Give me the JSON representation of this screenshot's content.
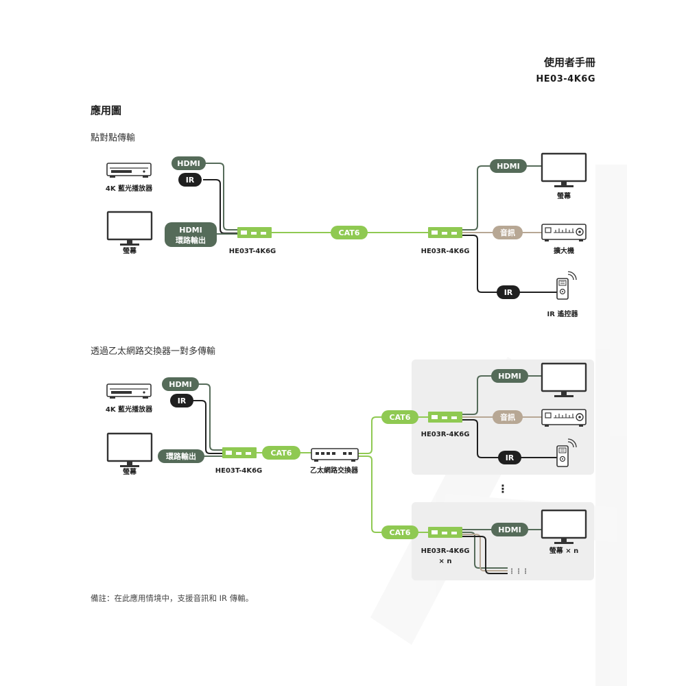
{
  "header": {
    "title": "使用者手冊",
    "model": "HE03-4K6G"
  },
  "section_title": "應用圖",
  "diagram1": {
    "title": "點對點傳輸",
    "source_device": "4K 藍光播放器",
    "loop_display": "螢幕",
    "hdmi": "HDMI",
    "ir": "IR",
    "loop_out_line1": "HDMI",
    "loop_out_line2": "環路輸出",
    "transmitter": "HE03T-4K6G",
    "cat6": "CAT6",
    "receiver": "HE03R-4K6G",
    "rx_hdmi": "HDMI",
    "display": "螢幕",
    "audio": "音訊",
    "amplifier": "擴大機",
    "rx_ir": "IR",
    "remote": "IR 遙控器"
  },
  "diagram2": {
    "title": "透過乙太網路交換器一對多傳輸",
    "source_device": "4K 藍光播放器",
    "loop_display": "螢幕",
    "hdmi": "HDMI",
    "ir": "IR",
    "loop_out": "環路輸出",
    "transmitter": "HE03T-4K6G",
    "cat6_tx": "CAT6",
    "switch": "乙太網路交換器",
    "cat6_rx1": "CAT6",
    "receiver1": "HE03R-4K6G",
    "rx1_hdmi": "HDMI",
    "rx1_audio": "音訊",
    "rx1_ir": "IR",
    "ellipsis": "⋮",
    "cat6_rxn": "CAT6",
    "receiver_n_line1": "HE03R-4K6G",
    "receiver_n_line2": "× n",
    "rxn_hdmi": "HDMI",
    "display_n": "螢幕 × n"
  },
  "note": "備註：在此應用情境中，支援音訊和 IR 傳輸。",
  "colors": {
    "green_dark": "#556b59",
    "green_light": "#8fc952",
    "audio_tan": "#b7a794",
    "ir_black": "#1f1f1f",
    "panel_gray": "#eeeeee"
  }
}
